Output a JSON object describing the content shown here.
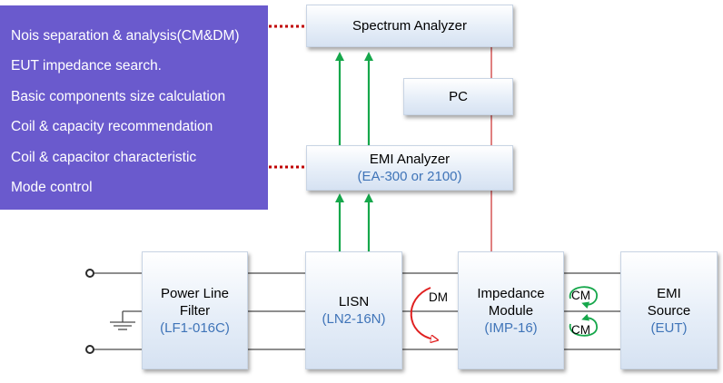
{
  "features": [
    "Nois separation & analysis(CM&DM)",
    "EUT impedance search.",
    "Basic components size calculation",
    "Coil & capacity recommendation",
    "Coil & capacitor characteristic",
    "Mode control"
  ],
  "blocks": {
    "spectrum_analyzer": {
      "title": "Spectrum Analyzer"
    },
    "pc": {
      "title": "PC"
    },
    "emi_analyzer": {
      "title": "EMI Analyzer",
      "model": "(EA-300 or 2100)"
    },
    "power_line_filter": {
      "title_line1": "Power Line",
      "title_line2": "Filter",
      "model": "(LF1-016C)"
    },
    "lisn": {
      "title": "LISN",
      "model": "(LN2-16N)"
    },
    "impedance_module": {
      "title_line1": "Impedance",
      "title_line2": "Module",
      "model": "(IMP-16)"
    },
    "emi_source": {
      "title_line1": "EMI",
      "title_line2": "Source",
      "model": "(EUT)"
    }
  },
  "labels": {
    "dm": "DM",
    "cm_top": "CM",
    "cm_bottom": "CM"
  },
  "colors": {
    "panel": "#6a5acd",
    "arrow_green": "#16a74b",
    "link_red": "#c00000",
    "wire": "#4a4a4a",
    "model_text": "#3f74b8",
    "dm_arrow": "#e02020"
  }
}
